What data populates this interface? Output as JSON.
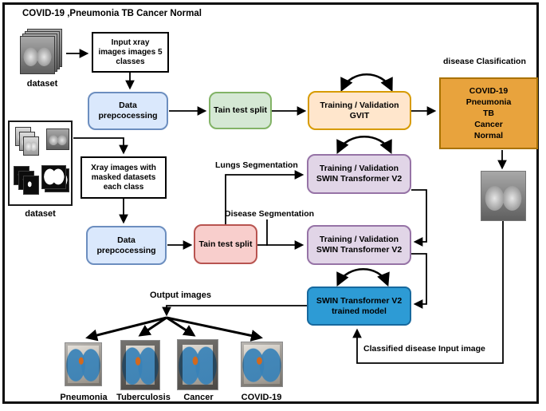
{
  "figure": {
    "title": "COVID-19 ,Pneumonia TB Cancer Normal"
  },
  "nodes": {
    "dataset1_label": "dataset",
    "input_box": "Input xray\nimages images 5\nclasses",
    "data_prep1": "Data\nprepcocessing",
    "train_split1": "Tain test split",
    "gvit": "Training / Validation\nGVIT",
    "disease_classification_label": "disease Clasification",
    "classes_box": "COVID-19\nPneumonia\nTB\nCancer\nNormal",
    "dataset2_label": "dataset",
    "masked_box": "Xray images with\nmasked datasets\neach class",
    "data_prep2": "Data\nprepcocessing",
    "train_split2": "Tain test split",
    "swin1": "Training / Validation\nSWIN Transformer V2",
    "swin2": "Training / Validation\nSWIN Transformer V2",
    "trained_model": "SWIN Transformer V2\ntrained model"
  },
  "edge_labels": {
    "lungs_segmentation": "Lungs Segmentation",
    "disease_segmentation": "Disease Segmentation",
    "output_images": "Output images",
    "classified_input": "Classified disease Input image"
  },
  "outputs": [
    {
      "label": "Pneumonia"
    },
    {
      "label": "Tuberculosis"
    },
    {
      "label": "Cancer"
    },
    {
      "label": "COVID-19"
    }
  ],
  "colors": {
    "light_blue_fill": "#DAE8FC",
    "light_blue_stroke": "#6C8EBF",
    "green_fill": "#D5E8D4",
    "green_stroke": "#82B366",
    "peach_fill": "#FFE6CC",
    "peach_stroke": "#D79B00",
    "red_fill": "#F8CECC",
    "red_stroke": "#B85450",
    "purple_fill": "#E1D5E7",
    "purple_stroke": "#9673A6",
    "orange_fill": "#E8A33D",
    "orange_stroke": "#A97200",
    "model_blue_fill": "#2D9BD5",
    "model_blue_stroke": "#17699E",
    "segmentation_overlay": "#3882B8",
    "connector": "#000000"
  }
}
